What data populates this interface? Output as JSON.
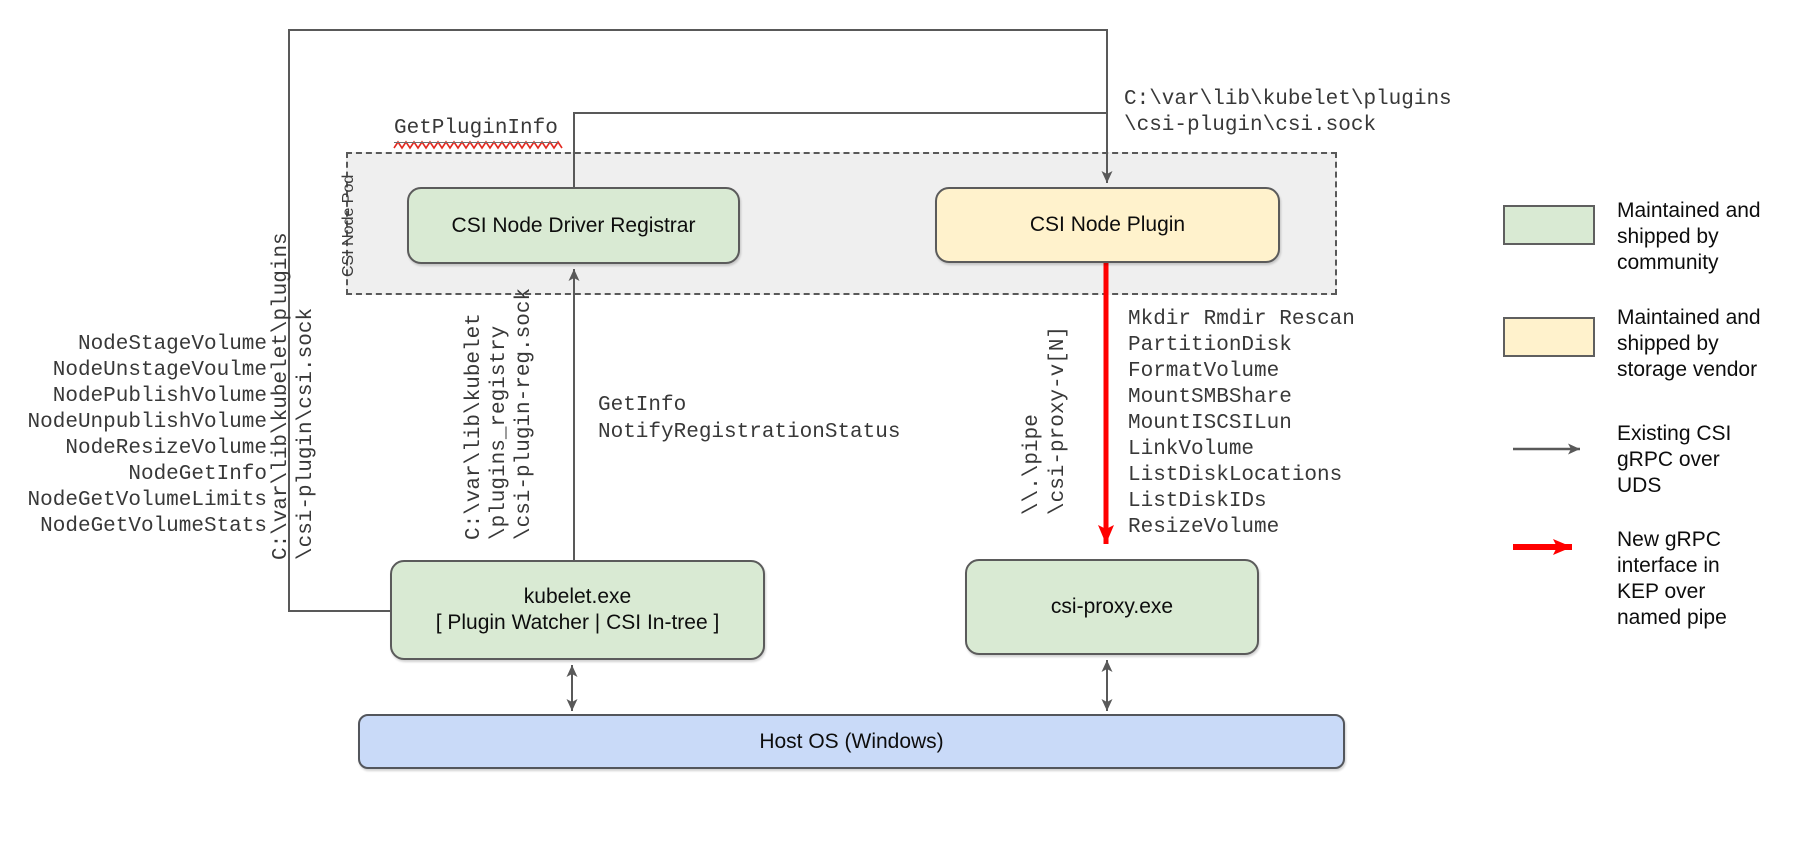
{
  "pod": {
    "label": "CSI Node Pod"
  },
  "nodes": {
    "registrar": "CSI Node Driver Registrar",
    "plugin": "CSI Node Plugin",
    "kubelet_line1": "kubelet.exe",
    "kubelet_line2": "[ Plugin Watcher | CSI In-tree ]",
    "csi_proxy": "csi-proxy.exe",
    "host_os": "Host OS (Windows)"
  },
  "labels": {
    "get_plugin_info": "GetPluginInfo",
    "get_info": "GetInfo",
    "notify_registration_status": "NotifyRegistrationStatus"
  },
  "paths": {
    "csi_sock": [
      "C:\\var\\lib\\kubelet\\plugins",
      "\\csi-plugin\\csi.sock"
    ],
    "registry_sock": [
      "C:\\var\\lib\\kubelet",
      "\\plugins_registry",
      "\\csi-plugin-reg.sock"
    ],
    "named_pipe": [
      "\\\\.\\pipe",
      "\\csi-proxy-v[N]"
    ]
  },
  "rpc_left": [
    "NodeStageVolume",
    "NodeUnstageVoulme",
    "NodePublishVolume",
    "NodeUnpublishVolume",
    "NodeResizeVolume",
    "NodeGetInfo",
    "NodeGetVolumeLimits",
    "NodeGetVolumeStats"
  ],
  "ops_right": [
    "Mkdir Rmdir Rescan",
    "PartitionDisk",
    "FormatVolume",
    "MountSMBShare",
    "MountISCSILun",
    "LinkVolume",
    "ListDiskLocations",
    "ListDiskIDs",
    "ResizeVolume"
  ],
  "legend": {
    "community": "Maintained and shipped by community",
    "vendor": "Maintained and shipped by storage vendor",
    "uds_arrow": "Existing CSI gRPC over UDS",
    "pipe_arrow": "New gRPC interface in KEP over named pipe"
  },
  "colors": {
    "community_fill": "#d9ead3",
    "vendor_fill": "#fff2cc",
    "host_fill": "#c9daf8",
    "pod_fill": "#efefef",
    "line_gray": "#595959",
    "new_rpc_red": "#ff0000"
  }
}
